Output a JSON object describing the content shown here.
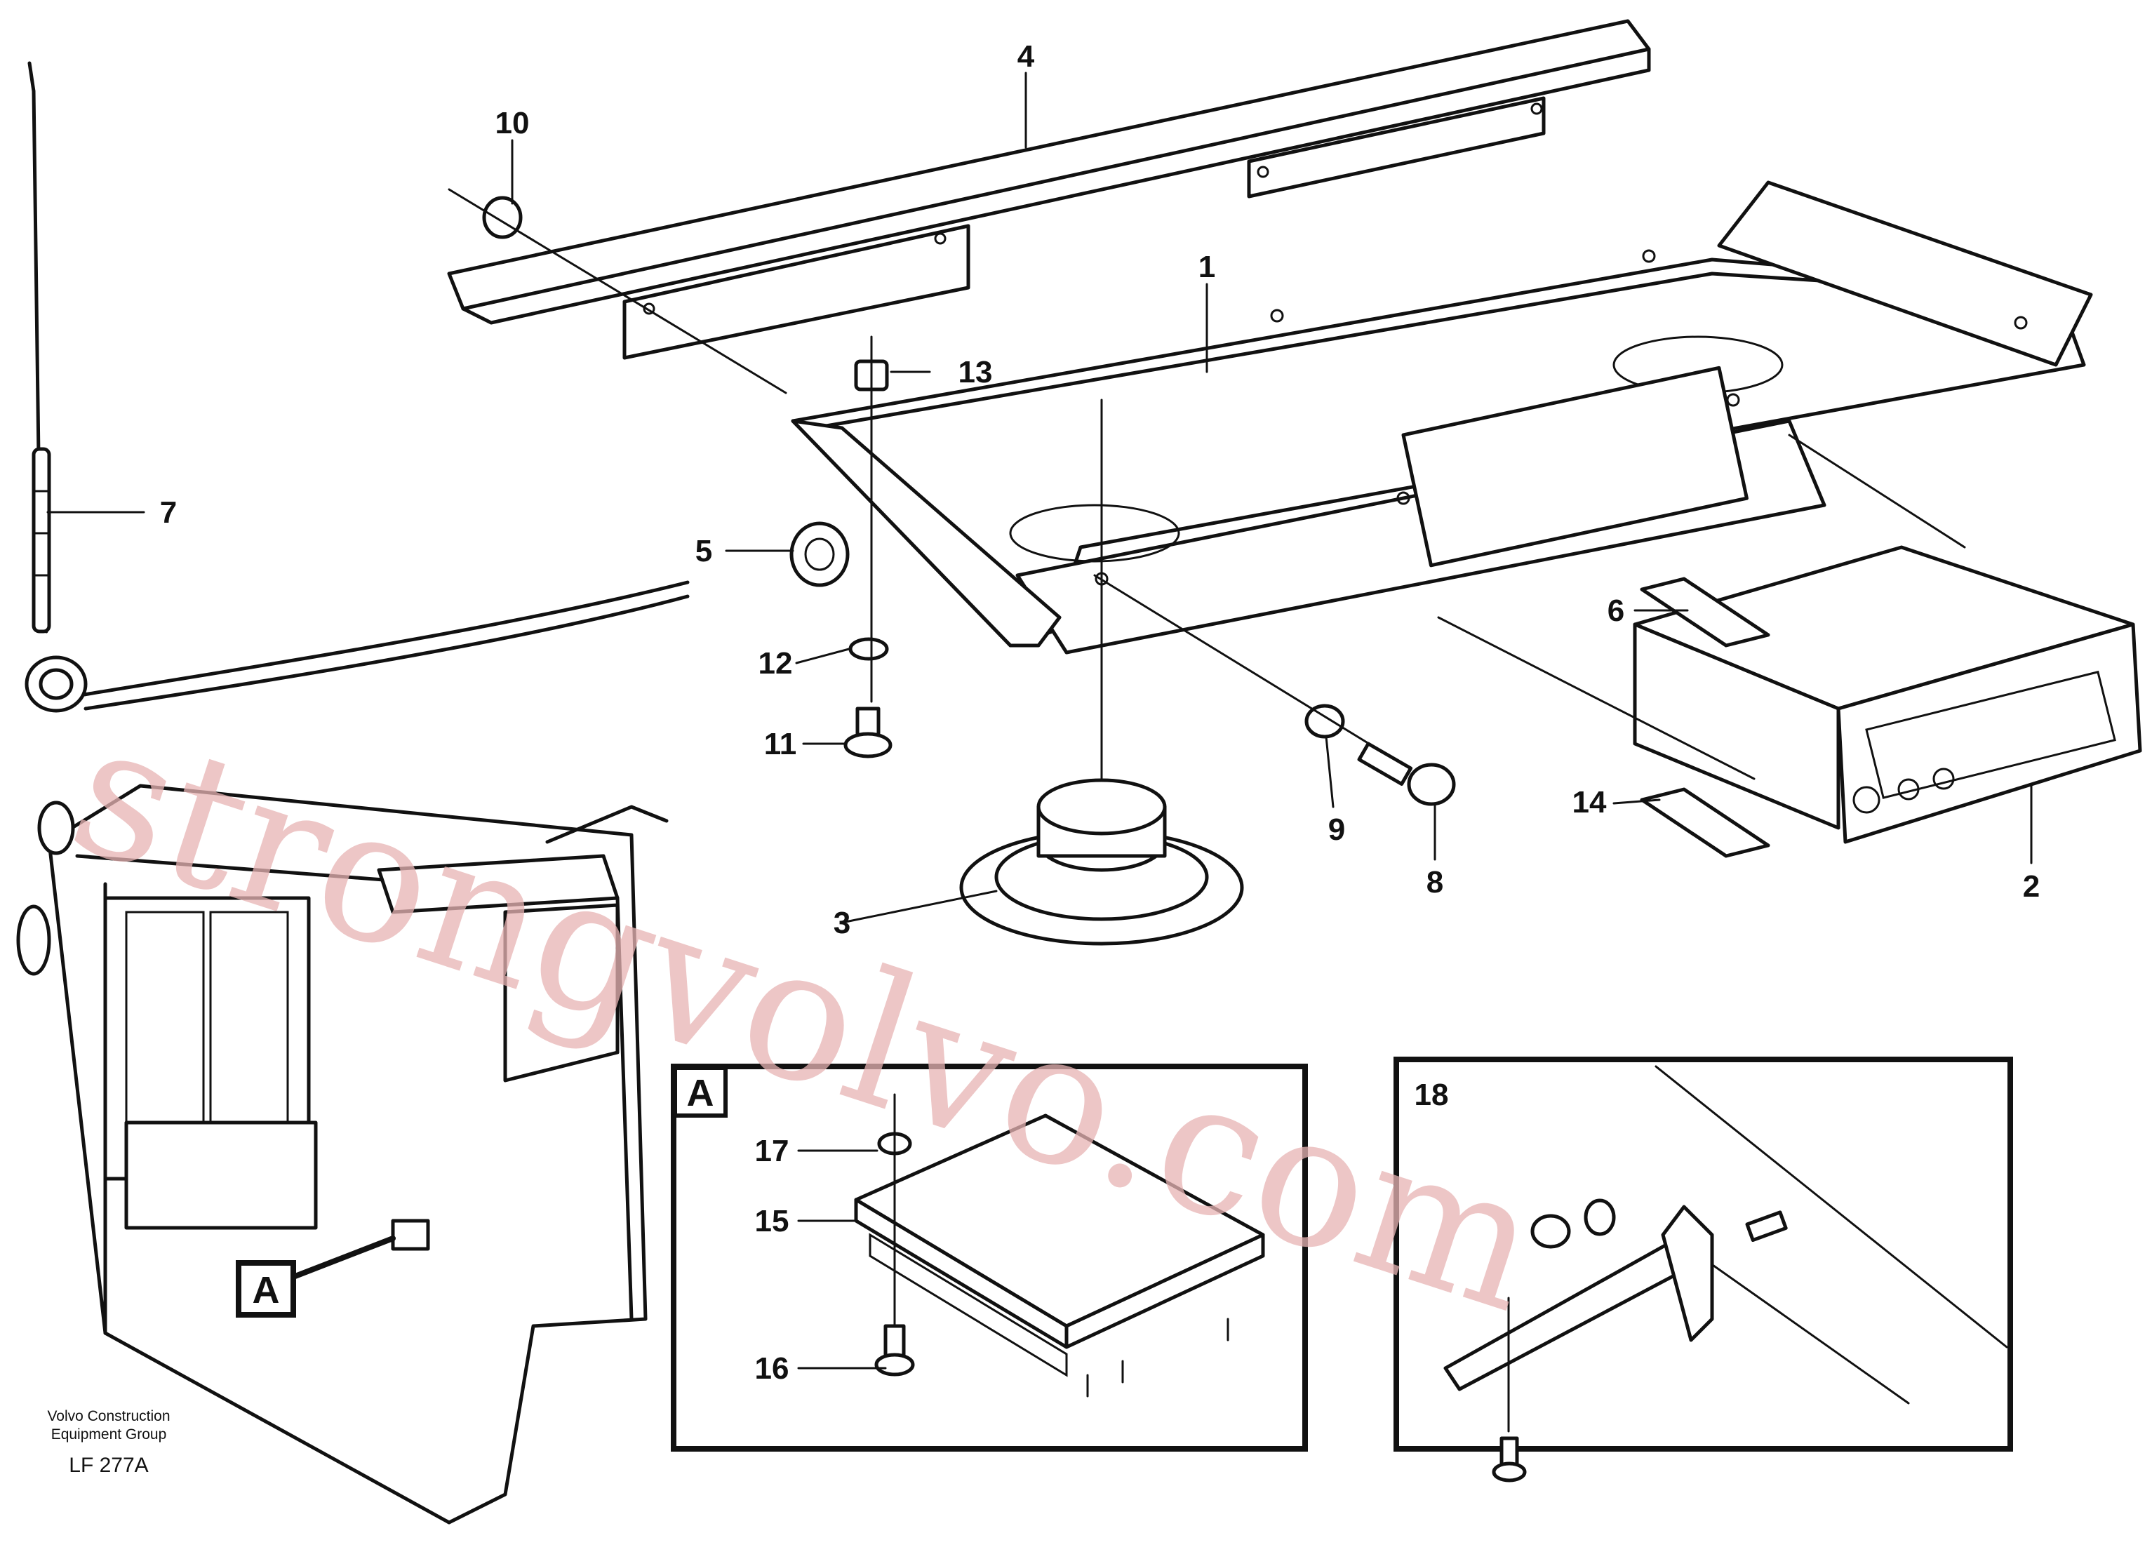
{
  "callouts": {
    "c1": "1",
    "c2": "2",
    "c3": "3",
    "c4": "4",
    "c5": "5",
    "c6": "6",
    "c7": "7",
    "c8": "8",
    "c9": "9",
    "c10": "10",
    "c11": "11",
    "c12": "12",
    "c13": "13",
    "c14": "14",
    "c15": "15",
    "c16": "16",
    "c17": "17",
    "c18": "18"
  },
  "detail_label": "A",
  "cab_marker_label": "A",
  "caption": {
    "line1": "Volvo Construction",
    "line2": "Equipment Group",
    "figure_id": "LF 277A"
  },
  "watermark": "strongvolvo.com",
  "colors": {
    "line": "#111111",
    "watermark": "#e8b4b4",
    "background": "#ffffff"
  }
}
